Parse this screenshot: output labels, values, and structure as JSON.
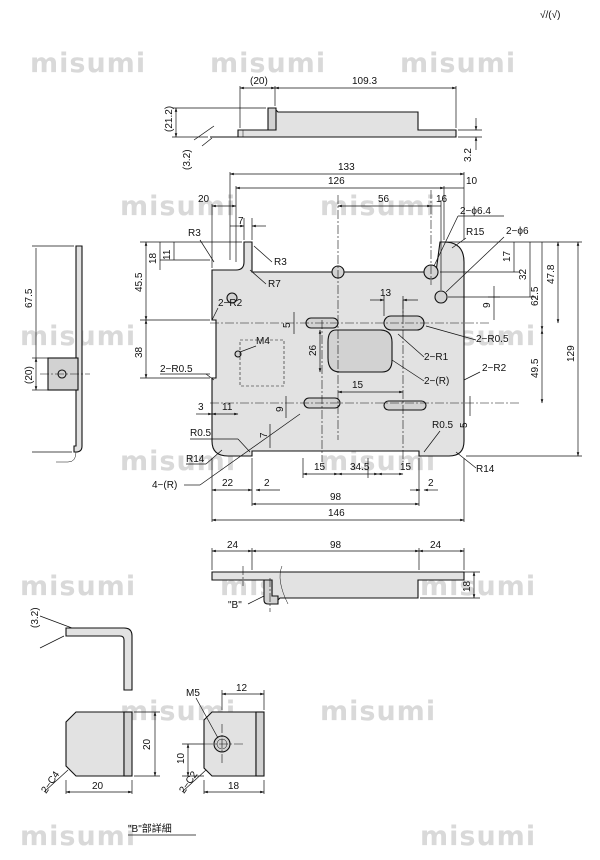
{
  "watermark": "misumi",
  "roughness": "√/(√)",
  "top_view": {
    "d_20": "(20)",
    "d_109_3": "109.3",
    "d_21_2": "(21.2)",
    "d_3_2_left": "(3.2)",
    "d_3_2_right": "3.2"
  },
  "top_dims": {
    "d_133": "133",
    "d_126": "126",
    "d_10": "10",
    "d_20": "20",
    "d_56": "56",
    "d_16": "16",
    "d_7": "7"
  },
  "left_view": {
    "d_67_5": "67.5",
    "d_20": "(20)"
  },
  "left_dims": {
    "d_45_5": "45.5",
    "d_18": "18",
    "d_11": "11",
    "d_38": "38"
  },
  "right_dims": {
    "d_17": "17",
    "d_32": "32",
    "d_47_8": "47.8",
    "d_62_5": "62.5",
    "d_49_5": "49.5",
    "d_129": "129",
    "d_9": "9",
    "d_5": "5"
  },
  "inner_dims": {
    "d_13": "13",
    "d_5": "5",
    "d_26": "26",
    "d_15_mid": "15",
    "d_9": "9",
    "d_7": "7",
    "d_3": "3",
    "d_11": "11"
  },
  "bottom_dims": {
    "d_15_a": "15",
    "d_34_5": "34.5",
    "d_15_b": "15",
    "d_22": "22",
    "d_2_a": "2",
    "d_2_b": "2",
    "d_98": "98",
    "d_146": "146"
  },
  "callouts": {
    "r3_a": "R3",
    "r3_b": "R3",
    "r7": "R7",
    "hole_2_r2": "2−R2",
    "m4": "M4",
    "r05_2_left": "2−R0.5",
    "r05_left": "R0.5",
    "r14_left": "R14",
    "four_r": "4−(R)",
    "phi64": "2−ϕ6.4",
    "r15": "R15",
    "phi6": "2−ϕ6",
    "r05_2_right": "2−R0.5",
    "r1_2": "2−R1",
    "r_2": "2−(R)",
    "r2_2_right": "2−R2",
    "r05_right": "R0.5",
    "r14_right": "R14"
  },
  "front_view": {
    "d_24_a": "24",
    "d_98": "98",
    "d_24_b": "24",
    "d_18": "18",
    "b_label": "\"B\""
  },
  "detail": {
    "d_3_2": "(3.2)",
    "m5": "M5",
    "d_12": "12",
    "d_20_v": "20",
    "d_20_h": "20",
    "c4": "2−C4",
    "d_10": "10",
    "c2": "2−C2",
    "d_18": "18",
    "caption": "\"B\"部詳細"
  }
}
